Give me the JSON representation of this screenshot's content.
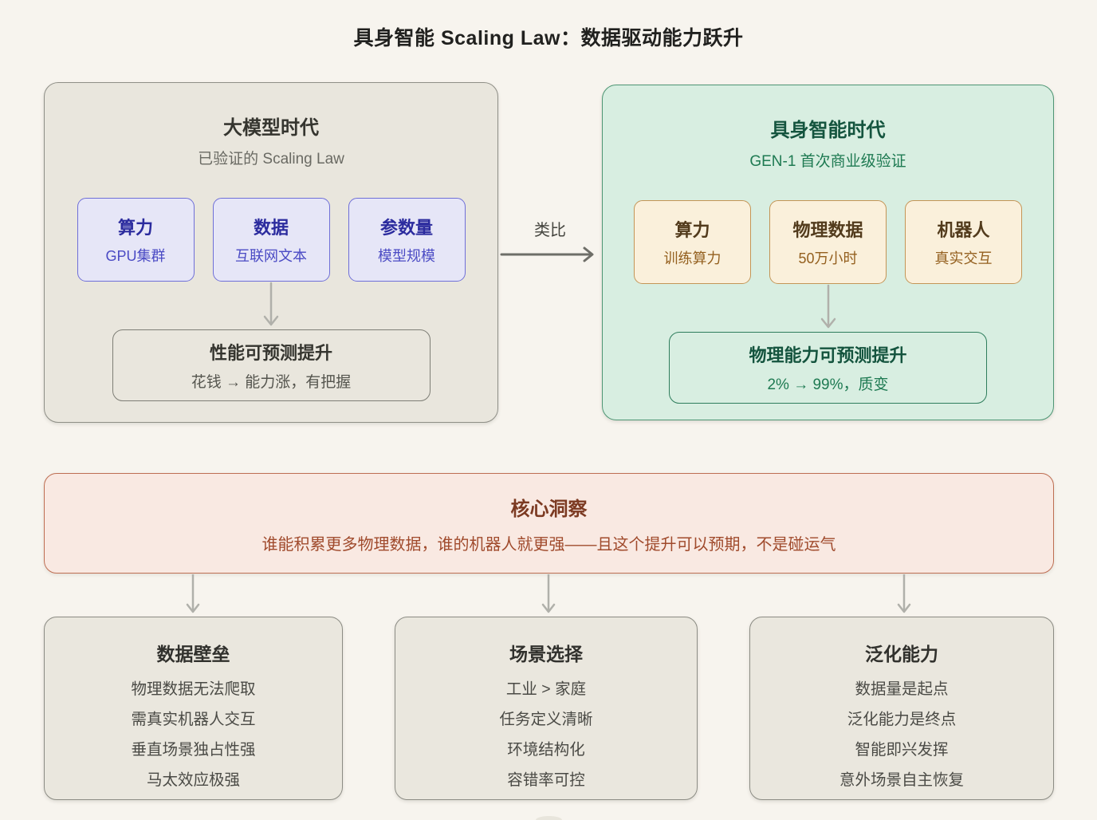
{
  "title": "具身智能 Scaling Law：数据驱动能力跃升",
  "era_left": {
    "title": "大模型时代",
    "subtitle": "已验证的 Scaling Law",
    "factors": [
      {
        "title": "算力",
        "subtitle": "GPU集群"
      },
      {
        "title": "数据",
        "subtitle": "互联网文本"
      },
      {
        "title": "参数量",
        "subtitle": "模型规模"
      }
    ],
    "result": {
      "title": "性能可预测提升",
      "subtitle": "花钱 → 能力涨，有把握"
    }
  },
  "analogy_label": "类比",
  "era_right": {
    "title": "具身智能时代",
    "subtitle": "GEN-1 首次商业级验证",
    "factors": [
      {
        "title": "算力",
        "subtitle": "训练算力"
      },
      {
        "title": "物理数据",
        "subtitle": "50万小时"
      },
      {
        "title": "机器人",
        "subtitle": "真实交互"
      }
    ],
    "result": {
      "title": "物理能力可预测提升",
      "subtitle": "2% → 99%，质变"
    }
  },
  "insight": {
    "title": "核心洞察",
    "body": "谁能积累更多物理数据，谁的机器人就更强——且这个提升可以预期，不是碰运气"
  },
  "pillars": [
    {
      "title": "数据壁垒",
      "items": [
        "物理数据无法爬取",
        "需真实机器人交互",
        "垂直场景独占性强",
        "马太效应极强"
      ]
    },
    {
      "title": "场景选择",
      "items": [
        "工业 > 家庭",
        "任务定义清晰",
        "环境结构化",
        "容错率可控"
      ]
    },
    {
      "title": "泛化能力",
      "items": [
        "数据量是起点",
        "泛化能力是终点",
        "智能即兴发挥",
        "意外场景自主恢复"
      ]
    }
  ],
  "palette": {
    "page_bg": "#f7f4ee",
    "paper_card_bg": "#e9e6dd",
    "green_card_bg": "#d8eee1",
    "green_accent": "#1e7a52",
    "purple_box_bg": "#e6e6f7",
    "purple_accent": "#4a4ac4",
    "amber_box_bg": "#faf0db",
    "amber_accent": "#94601f",
    "insight_bg": "#f9e9e2",
    "insight_accent": "#a04a2c",
    "arrow_gray": "#b0b0aa"
  }
}
